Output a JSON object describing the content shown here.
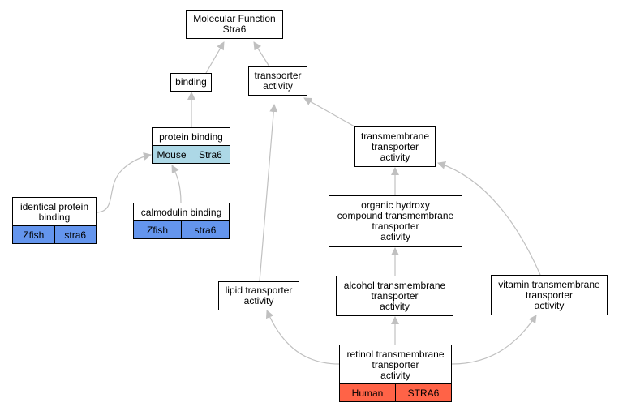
{
  "nodes": {
    "mf": {
      "lines": [
        "Molecular Function",
        "Stra6"
      ]
    },
    "binding": {
      "lines": [
        "binding"
      ]
    },
    "transp": {
      "lines": [
        "transporter",
        "activity"
      ]
    },
    "protb": {
      "lines": [
        "protein binding"
      ],
      "cells": [
        "Mouse",
        "Stra6"
      ],
      "cell_color": "#add8e6"
    },
    "tmta": {
      "lines": [
        "transmembrane",
        "transporter",
        "activity"
      ]
    },
    "ident": {
      "lines": [
        "identical protein",
        "binding"
      ],
      "cells": [
        "Zfish",
        "stra6"
      ],
      "cell_color": "#6495ed"
    },
    "calm": {
      "lines": [
        "calmodulin binding"
      ],
      "cells": [
        "Zfish",
        "stra6"
      ],
      "cell_color": "#6495ed"
    },
    "ohc": {
      "lines": [
        "organic hydroxy",
        "compound transmembrane",
        "transporter",
        "activity"
      ]
    },
    "lipid": {
      "lines": [
        "lipid transporter",
        "activity"
      ]
    },
    "alcohol": {
      "lines": [
        "alcohol transmembrane",
        "transporter",
        "activity"
      ]
    },
    "vitamin": {
      "lines": [
        "vitamin transmembrane",
        "transporter",
        "activity"
      ]
    },
    "retinol": {
      "lines": [
        "retinol transmembrane",
        "transporter",
        "activity"
      ],
      "cells": [
        "Human",
        "STRA6"
      ],
      "cell_color": "#ff6347"
    }
  },
  "colors": {
    "edge": "#c0c0c0",
    "border": "#000000",
    "node_fill": "#ffffff"
  }
}
